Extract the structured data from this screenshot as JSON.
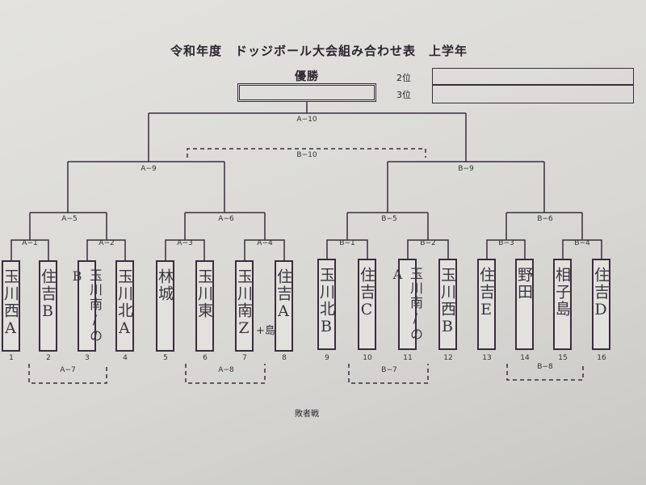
{
  "title": "令和年度　ドッジボール大会組み合わせ表　上学年",
  "champion_label": "優勝",
  "second_label": "2位",
  "third_label": "3位",
  "matches": {
    "A1": "A−1",
    "A2": "A−2",
    "A3": "A−3",
    "A4": "A−4",
    "B1": "B−1",
    "B2": "B−2",
    "B3": "B−3",
    "B4": "B−4",
    "A5": "A−5",
    "A6": "A−6",
    "B5": "B−5",
    "B6": "B−6",
    "A9": "A−9",
    "B9": "B−9",
    "A10": "A−10",
    "B10": "B−10",
    "A7": "A−7",
    "A8": "A−8",
    "B7": "B−7",
    "B8": "B−8"
  },
  "teams": [
    {
      "num": "1",
      "name": "玉川西A"
    },
    {
      "num": "2",
      "name": "住吉B"
    },
    {
      "num": "3",
      "name": "玉川南/のB"
    },
    {
      "num": "4",
      "name": "玉川北A"
    },
    {
      "num": "5",
      "name": "林城"
    },
    {
      "num": "6",
      "name": "玉川東"
    },
    {
      "num": "7",
      "name": "玉川南Z"
    },
    {
      "num": "8",
      "name": "住吉A"
    },
    {
      "num": "9",
      "name": "玉川北B"
    },
    {
      "num": "10",
      "name": "住吉C"
    },
    {
      "num": "11",
      "name": "玉川南/のA"
    },
    {
      "num": "12",
      "name": "玉川西B"
    },
    {
      "num": "13",
      "name": "住吉E"
    },
    {
      "num": "14",
      "name": "野田"
    },
    {
      "num": "15",
      "name": "相子島"
    },
    {
      "num": "16",
      "name": "住吉D"
    }
  ],
  "team7_note": "+島",
  "losers_label": "敗者戦"
}
